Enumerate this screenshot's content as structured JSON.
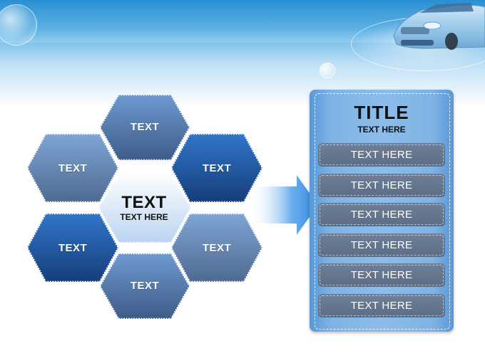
{
  "colors": {
    "header_blue": "#2a8fd2",
    "hex_dark_blue": "#1e5aa8",
    "hex_slate": "#5f7fa8",
    "hex_light_blue": "#9cc3ea",
    "panel_blue": "#7fb3e4",
    "panel_item": "#66768f",
    "arrow_blue": "#3f8fdc"
  },
  "icons": {
    "car": "car-icon",
    "arrow": "right-arrow-icon"
  },
  "hexagons": {
    "top": "TEXT",
    "upper_left": "TEXT",
    "upper_right": "TEXT",
    "lower_left": "TEXT",
    "lower_right": "TEXT",
    "bottom": "TEXT",
    "center_title": "TEXT",
    "center_subtitle": "TEXT HERE"
  },
  "panel": {
    "title": "TITLE",
    "subtitle": "TEXT HERE",
    "items": [
      "TEXT HERE",
      "TEXT HERE",
      "TEXT HERE",
      "TEXT HERE",
      "TEXT HERE",
      "TEXT HERE"
    ]
  }
}
